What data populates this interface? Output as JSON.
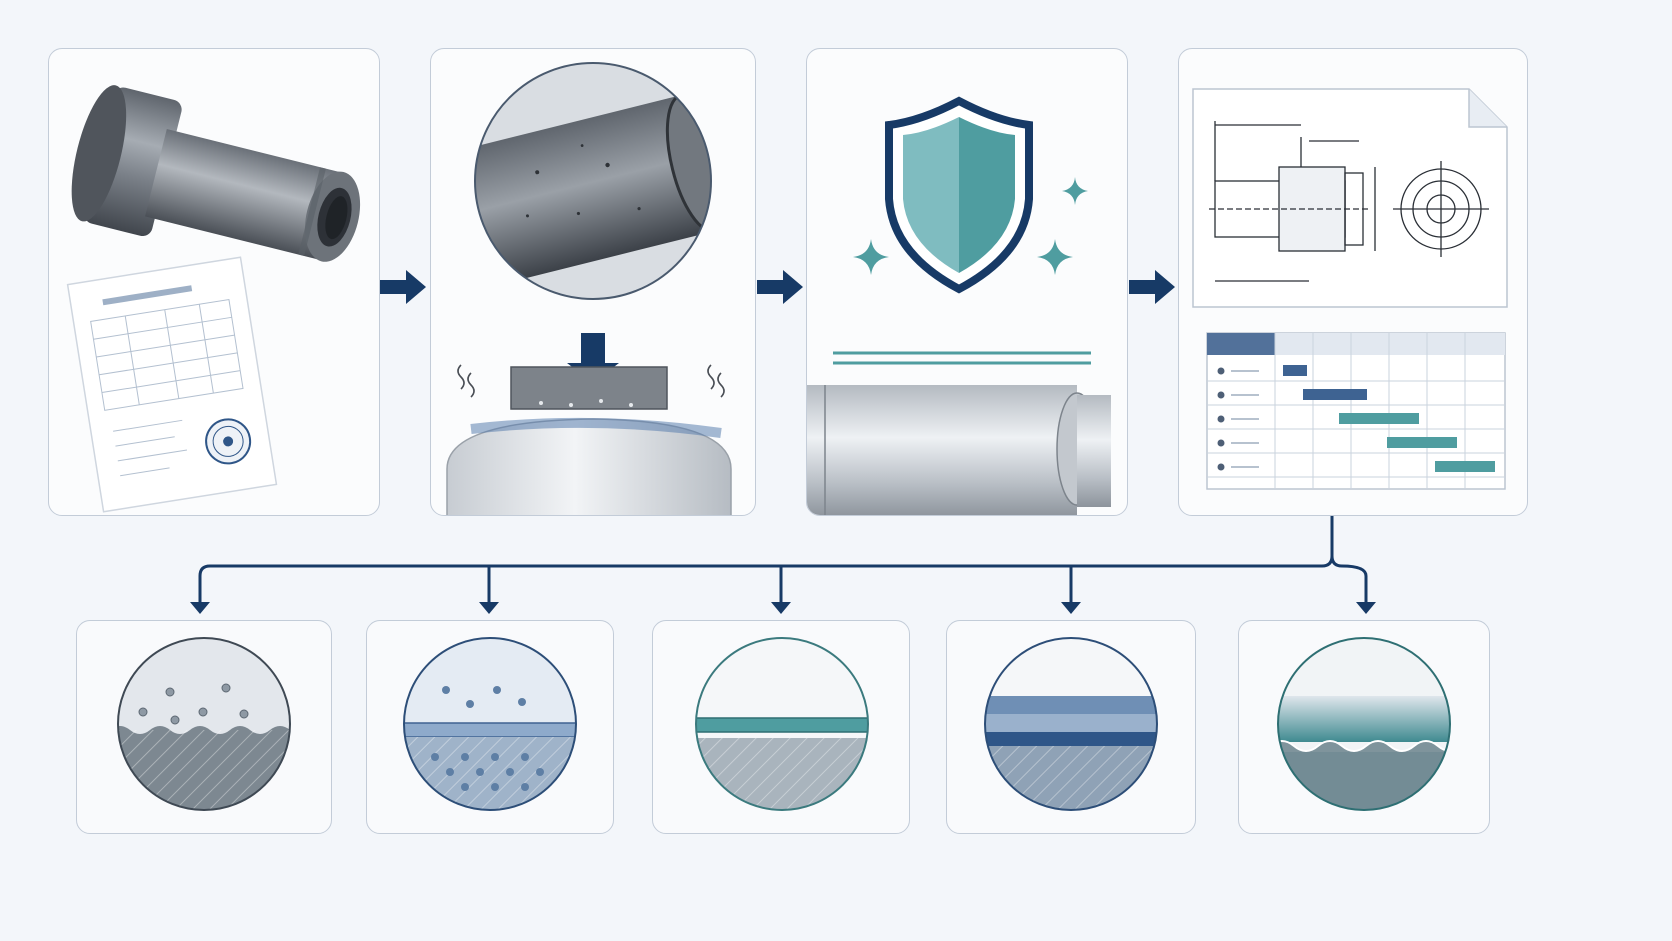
{
  "colors": {
    "background": "#f3f6fa",
    "panel_border": "#c3ccd8",
    "navy_arrow": "#173a66",
    "teal": "#4f9da0",
    "teal_light": "#7fbcc0",
    "steel_blue": "#4e7398",
    "metal": "#8a919a"
  },
  "process_steps": [
    {
      "id": "raw-material",
      "icons": [
        "metal-bushing-icon",
        "material-certificate-icon",
        "certificate-seal-icon"
      ]
    },
    {
      "id": "surface-preparation",
      "icons": [
        "magnified-surface-icon",
        "pressing-tool-icon",
        "down-arrow-icon"
      ]
    },
    {
      "id": "surface-protection",
      "icons": [
        "shield-icon",
        "sparkle-icon",
        "coated-shaft-icon"
      ]
    },
    {
      "id": "documentation",
      "icons": [
        "technical-drawing-icon",
        "gantt-schedule-icon"
      ]
    }
  ],
  "surface_options": [
    {
      "id": "particles-on-rough-surface",
      "icon": "particle-surface-icon"
    },
    {
      "id": "blue-layer-with-particles",
      "icon": "layered-particle-icon"
    },
    {
      "id": "thin-teal-coating",
      "icon": "teal-coating-icon"
    },
    {
      "id": "multi-layer-blue-coating",
      "icon": "multilayer-coating-icon"
    },
    {
      "id": "wavy-teal-surface",
      "icon": "wavy-surface-icon"
    }
  ]
}
